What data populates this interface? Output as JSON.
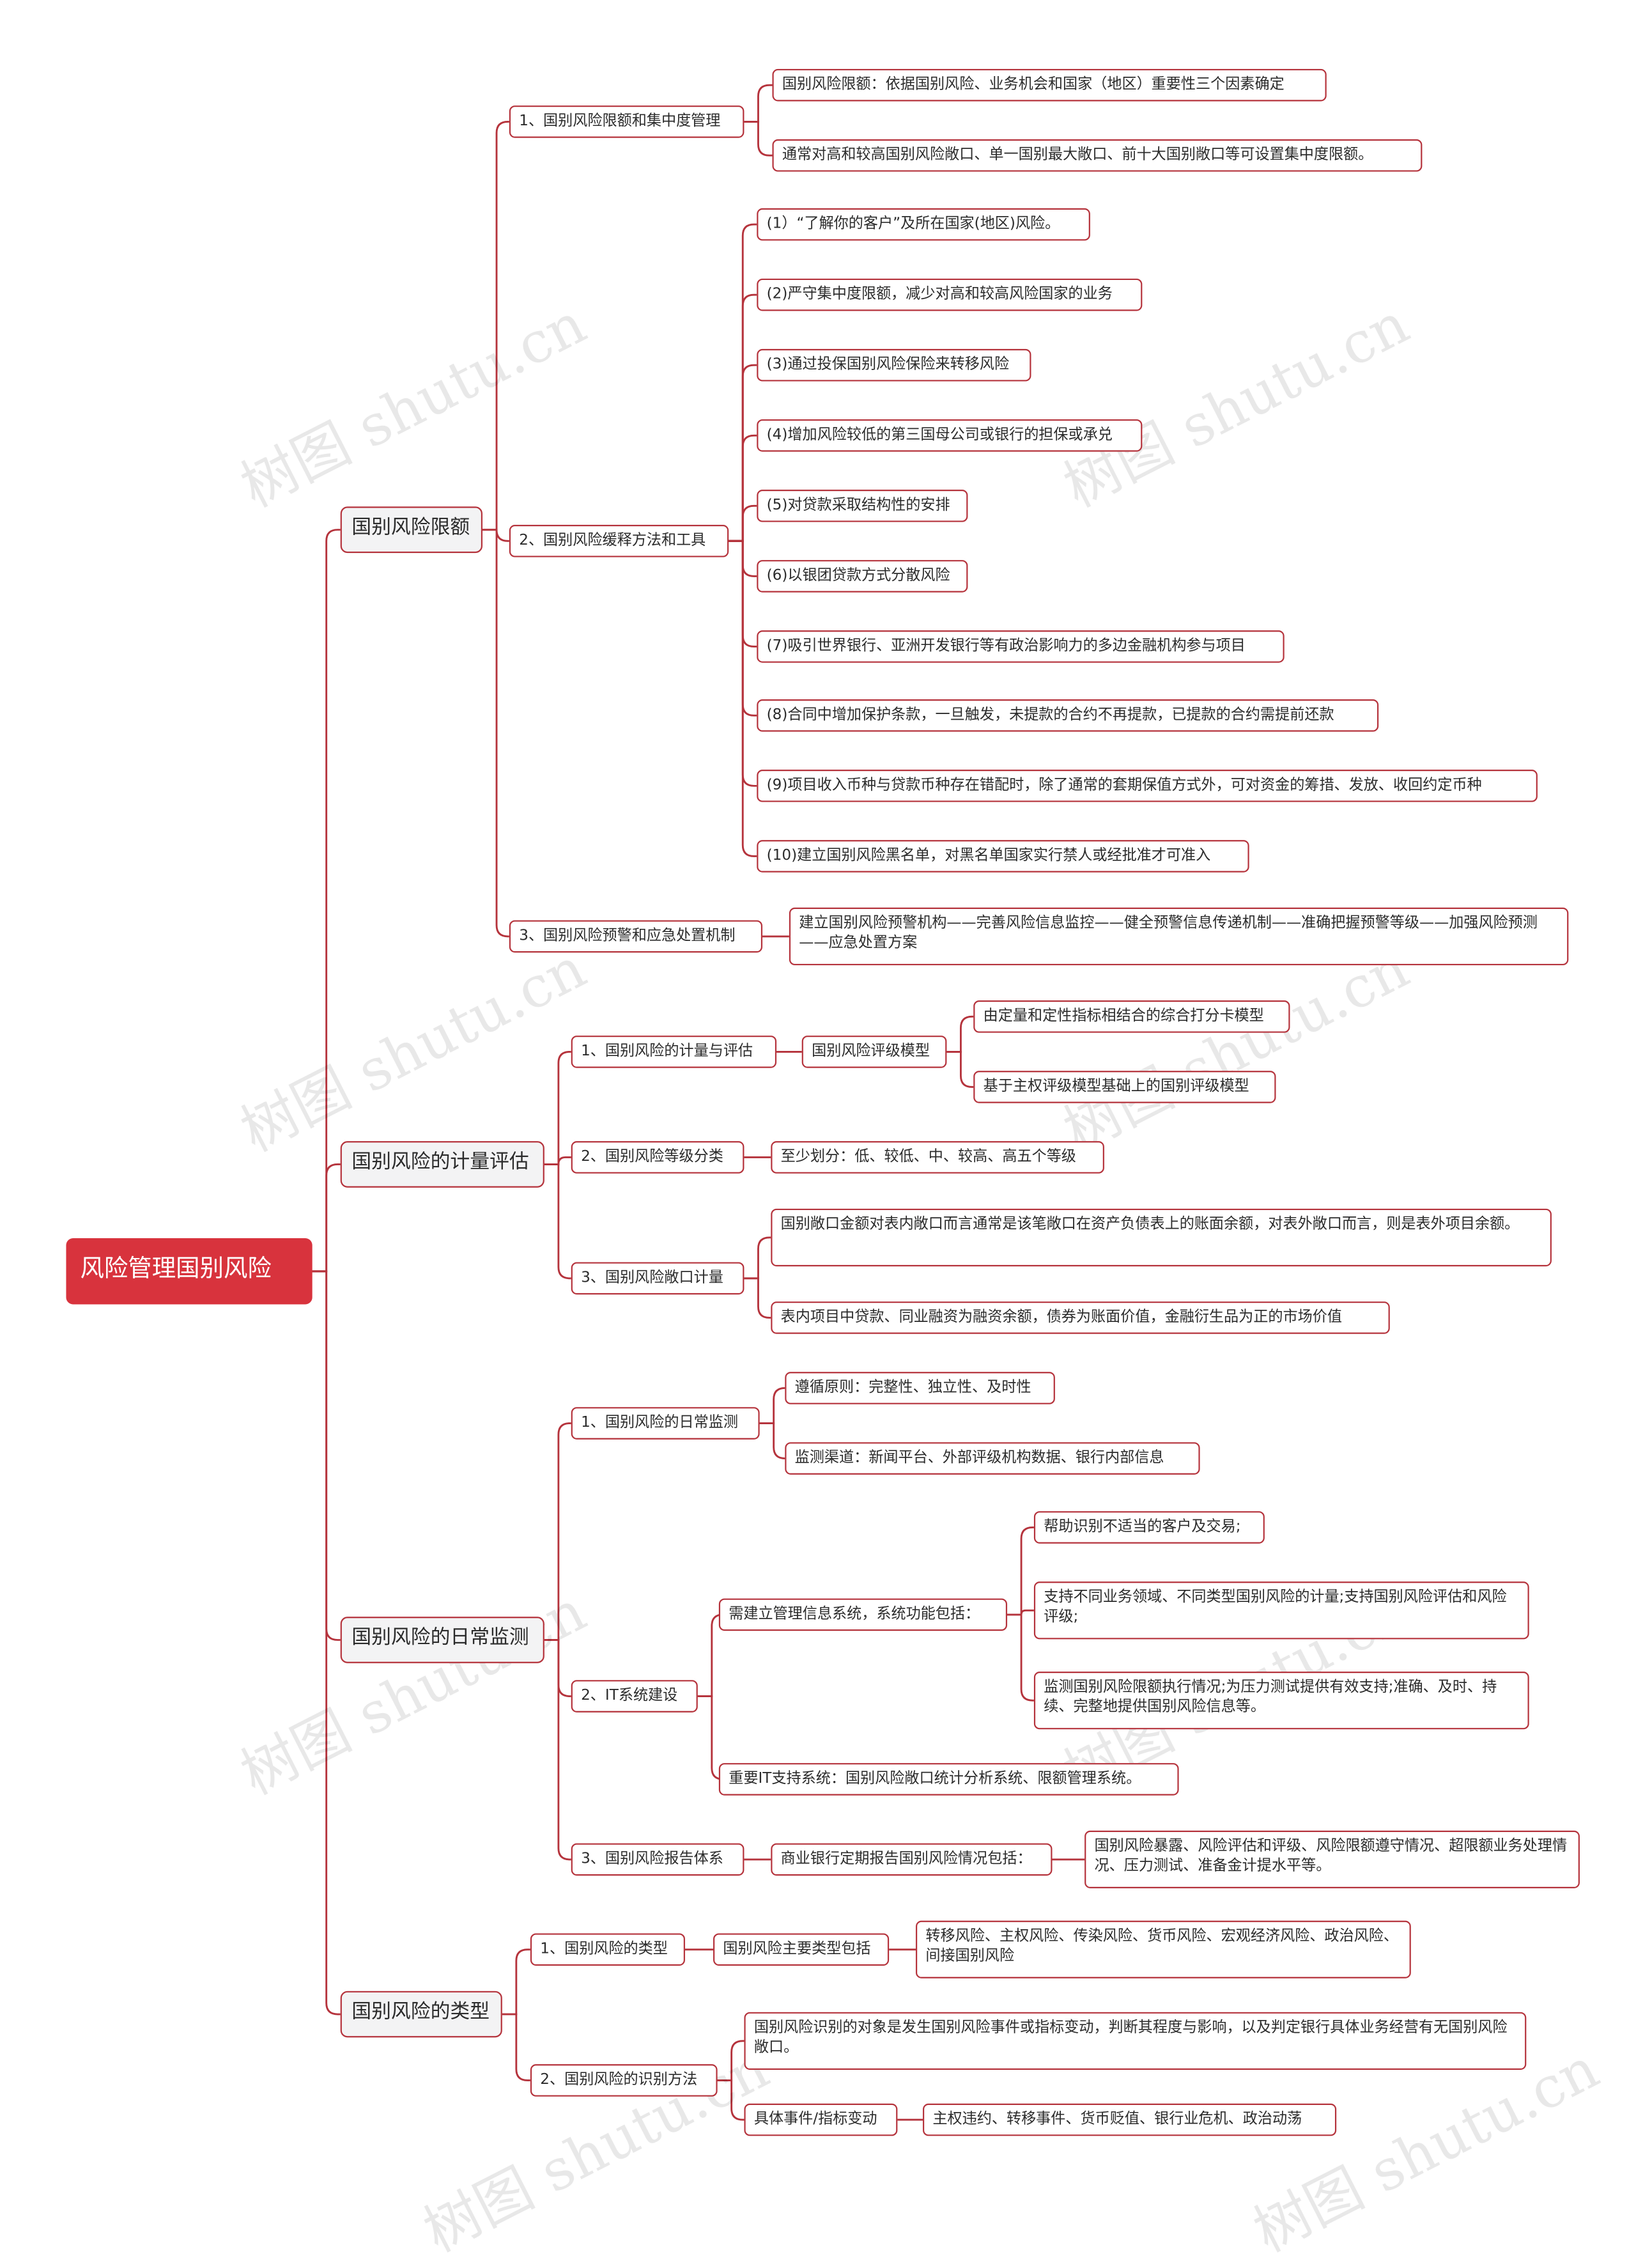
{
  "mindmap": {
    "root": "风险管理国别风险",
    "watermark": "树图 shutu.cn",
    "line_color": "#b5333c",
    "root_color": "#d8333d",
    "nodes": {
      "b1": "国别风险限额",
      "b1_1": "1、国别风险限额和集中度管理",
      "b1_1_1": "国别风险限额：依据国别风险、业务机会和国家（地区）重要性三个因素确定",
      "b1_1_2": "通常对高和较高国别风险敞口、单一国别最大敞口、前十大国别敞口等可设置集中度限额。",
      "b1_2": "2、国别风险缓释方法和工具",
      "b1_2_1": "(1）“了解你的客户”及所在国家(地区)风险。",
      "b1_2_2": "(2)严守集中度限额，减少对高和较高风险国家的业务",
      "b1_2_3": "(3)通过投保国别风险保险来转移风险",
      "b1_2_4": "(4)增加风险较低的第三国母公司或银行的担保或承兑",
      "b1_2_5": "(5)对贷款采取结构性的安排",
      "b1_2_6": "(6)以银团贷款方式分散风险",
      "b1_2_7": "(7)吸引世界银行、亚洲开发银行等有政治影响力的多边金融机构参与项目",
      "b1_2_8": "(8)合同中增加保护条款，一旦触发，未提款的合约不再提款，已提款的合约需提前还款",
      "b1_2_9": "(9)项目收入币种与贷款币种存在错配时，除了通常的套期保值方式外，可对资金的筹措、发放、收回约定币种",
      "b1_2_10": "(10)建立国别风险黑名单，对黑名单国家实行禁人或经批准才可准入",
      "b1_3": "3、国别风险预警和应急处置机制",
      "b1_3_1": "建立国别风险预警机构——完善风险信息监控——健全预警信息传递机制——准确把握预警等级——加强风险预测——应急处置方案",
      "b2": "国别风险的计量评估",
      "b2_1": "1、国别风险的计量与评估",
      "b2_1_1": "国别风险评级模型",
      "b2_1_1_1": "由定量和定性指标相结合的综合打分卡模型",
      "b2_1_1_2": "基于主权评级模型基础上的国别评级模型",
      "b2_2": "2、国别风险等级分类",
      "b2_2_1": "至少划分：低、较低、中、较高、高五个等级",
      "b2_3": "3、国别风险敞口计量",
      "b2_3_1": "国别敞口金额对表内敞口而言通常是该笔敞口在资产负债表上的账面余额，对表外敞口而言，则是表外项目余额。",
      "b2_3_2": "表内项目中贷款、同业融资为融资余额，债券为账面价值，金融衍生品为正的市场价值",
      "b3": "国别风险的日常监测",
      "b3_1": "1、国别风险的日常监测",
      "b3_1_1": "遵循原则：完整性、独立性、及时性",
      "b3_1_2": "监测渠道：新闻平台、外部评级机构数据、银行内部信息",
      "b3_2": "2、IT系统建设",
      "b3_2_1": "需建立管理信息系统，系统功能包括：",
      "b3_2_1_1": "帮助识别不适当的客户及交易;",
      "b3_2_1_2": "支持不同业务领域、不同类型国别风险的计量;支持国别风险评估和风险评级;",
      "b3_2_1_3": "监测国别风险限额执行情况;为压力测试提供有效支持;准确、及时、持续、完整地提供国别风险信息等。",
      "b3_2_2": "重要IT支持系统：国别风险敞口统计分析系统、限额管理系统。",
      "b3_3": "3、国别风险报告体系",
      "b3_3_1": "商业银行定期报告国别风险情况包括：",
      "b3_3_1_1": "国别风险暴露、风险评估和评级、风险限额遵守情况、超限额业务处理情况、压力测试、准备金计提水平等。",
      "b4": "国别风险的类型",
      "b4_1": "1、国别风险的类型",
      "b4_1_1": "国别风险主要类型包括",
      "b4_1_1_1": "转移风险、主权风险、传染风险、货币风险、宏观经济风险、政治风险、间接国别风险",
      "b4_2": "2、国别风险的识别方法",
      "b4_2_1": "国别风险识别的对象是发生国别风险事件或指标变动，判断其程度与影响，以及判定银行具体业务经营有无国别风险敞口。",
      "b4_2_2": "具体事件/指标变动",
      "b4_2_2_1": "主权违约、转移事件、货币贬值、银行业危机、政治动荡"
    }
  }
}
